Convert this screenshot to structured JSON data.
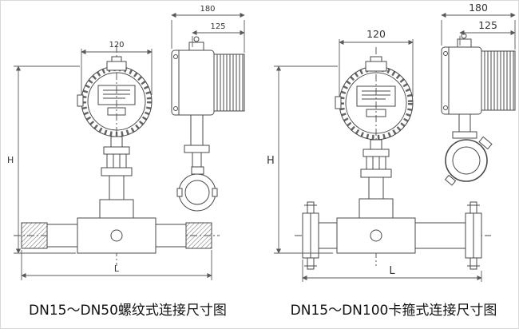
{
  "colors": {
    "line": "#4a4a4a",
    "dim": "#5a5a5a",
    "bg": "#ffffff",
    "caption": "#111111"
  },
  "left_drawing": {
    "caption": "DN15～DN50螺纹式连接尺寸图",
    "dim_top_width": "120",
    "dim_side_width": "180",
    "dim_side_body": "125",
    "dim_height": "H",
    "dim_length": "L"
  },
  "right_drawing": {
    "caption": "DN15～DN100卡箍式连接尺寸图",
    "dim_top_width": "120",
    "dim_side_width": "180",
    "dim_side_body": "125",
    "dim_height": "H",
    "dim_length": "L"
  }
}
